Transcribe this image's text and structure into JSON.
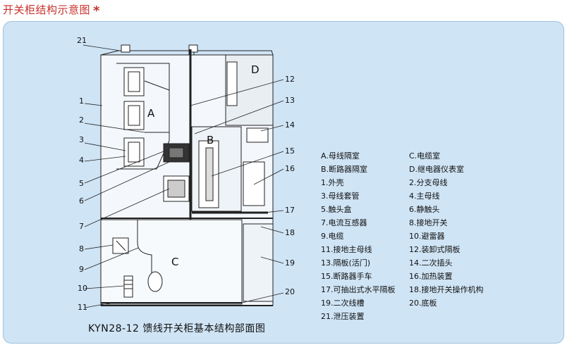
{
  "header": {
    "title": "开关柜结构示意图",
    "star": "*"
  },
  "diagram": {
    "caption": "KYN28-12 馈线开关柜基本结构部面图",
    "zones": {
      "a": "A",
      "b": "B",
      "c": "C",
      "d": "D"
    },
    "callouts": {
      "n1": "1",
      "n2": "2",
      "n3": "3",
      "n4": "4",
      "n5": "5",
      "n6": "6",
      "n7": "7",
      "n8": "8",
      "n9": "9",
      "n10": "10",
      "n11": "11",
      "n12": "12",
      "n13": "13",
      "n14": "14",
      "n15": "15",
      "n16": "16",
      "n17": "17",
      "n18": "18",
      "n19": "19",
      "n20": "20",
      "n21": "21"
    }
  },
  "legend": [
    [
      "A.母线隔室",
      "C.电缆室"
    ],
    [
      "B.断路器隔室",
      "D.继电器仪表室"
    ],
    [
      "1.外壳",
      "2.分支母线"
    ],
    [
      "3.母线套管",
      "4.主母线"
    ],
    [
      "5.触头盒",
      "6.静触头"
    ],
    [
      "7.电流互感器",
      "8.接地开关"
    ],
    [
      "9.电缆",
      "10.避雷器"
    ],
    [
      "11.接地主母线",
      "12.装卸式隔板"
    ],
    [
      "13.隔板(活门)",
      "14.二次插头"
    ],
    [
      "15.断路器手车",
      "16.加热装置"
    ],
    [
      "17.可抽出式水平隔板",
      "18.接地开关操作机构"
    ],
    [
      "19.二次线槽",
      "20.底板"
    ],
    [
      "21.泄压装置",
      ""
    ]
  ]
}
